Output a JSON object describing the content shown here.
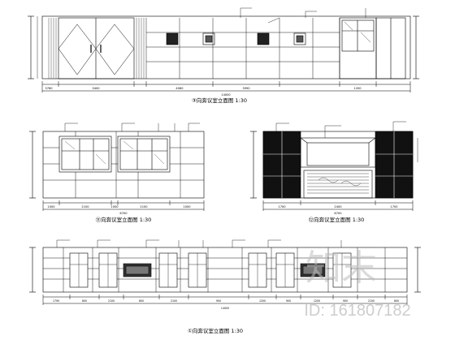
{
  "drawing": {
    "elevations": [
      {
        "id": "top",
        "caption": "③向奔议室立面图 1:30",
        "bottom_dims": [
          "3760",
          "3400",
          "4060",
          "3990",
          "1200"
        ],
        "overall_dim": "14000"
      },
      {
        "id": "mid-left",
        "caption": "⑪向奔议室立面图 1:30",
        "bottom_dims": [
          "1000",
          "2100",
          "1000",
          "2100",
          "1000"
        ],
        "overall_dim": "6700"
      },
      {
        "id": "mid-right",
        "caption": "⑫向奔议室立面图 1:30",
        "bottom_dims": [
          "1700",
          "2400",
          "1700"
        ],
        "overall_dim": "6700"
      },
      {
        "id": "bottom",
        "caption": "①向奔议室立面图 1:30",
        "bottom_dims": [
          "1790",
          "800",
          "2100",
          "800",
          "2100",
          "900",
          "1200",
          "900",
          "1200",
          "900",
          "2100",
          "800"
        ],
        "overall_dim": "14000"
      }
    ]
  },
  "watermark": {
    "logo_text": "知末",
    "id_label": "ID: 161807182"
  }
}
